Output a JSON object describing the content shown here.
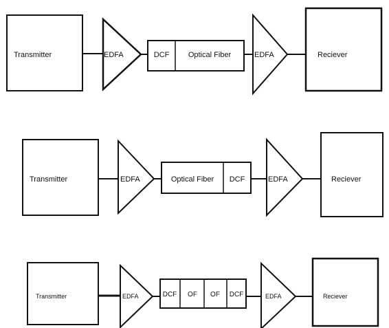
{
  "rows": [
    {
      "transmitter": "Transmitter",
      "amp1": "EDFA",
      "fiber_segments": [
        "DCF",
        "Optical Fiber"
      ],
      "amp2": "EDFA",
      "receiver": "Reciever"
    },
    {
      "transmitter": "Transmitter",
      "amp1": "EDFA",
      "fiber_segments": [
        "Optical Fiber",
        "DCF"
      ],
      "amp2": "EDFA",
      "receiver": "Reciever"
    },
    {
      "transmitter": "Transmitter",
      "amp1": "EDFA",
      "fiber_segments": [
        "DCF",
        "OF",
        "OF",
        "DCF"
      ],
      "amp2": "EDFA",
      "receiver": "Reciever"
    }
  ]
}
